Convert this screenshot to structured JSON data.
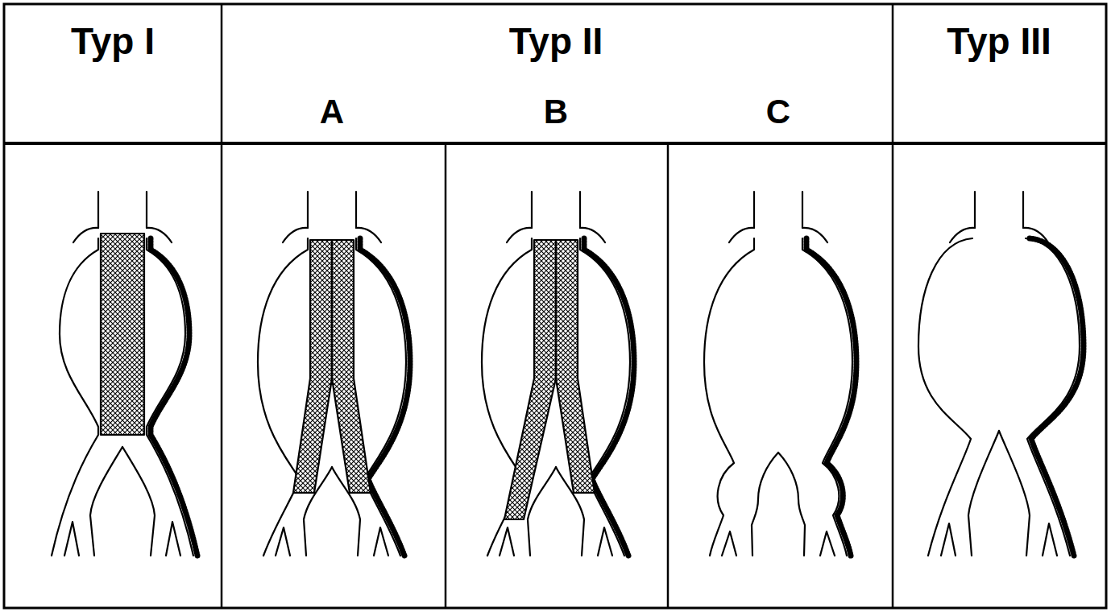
{
  "diagram": {
    "labels": [
      "Typ I",
      "Typ II",
      "A",
      "B",
      "C",
      "Typ III"
    ]
  }
}
